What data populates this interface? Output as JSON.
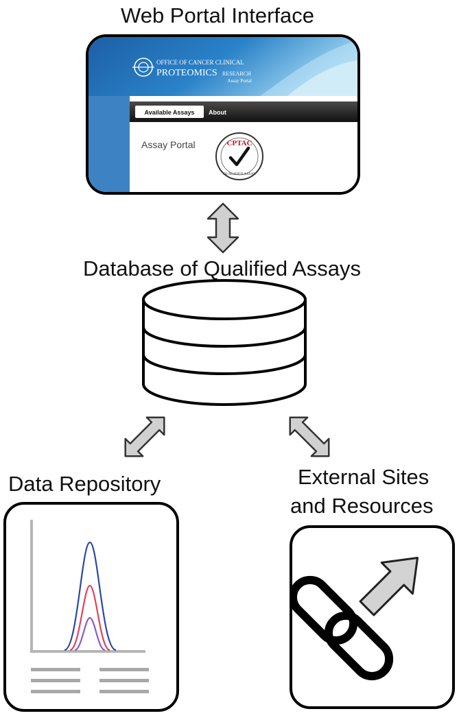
{
  "web_portal": {
    "title": "Web Portal Interface",
    "banner": {
      "org_line1": "OFFICE OF CANCER CLINICAL",
      "org_line2": "PROTEOMICS",
      "org_line2_suffix": "RESEARCH",
      "org_line3": "Assay Portal"
    },
    "nav": {
      "active_tab": "Available Assays",
      "tab_about": "About"
    },
    "content": {
      "label": "Assay Portal",
      "seal_top": "CPTAC",
      "seal_bottom": "QUALIFIED ASSAY"
    }
  },
  "database": {
    "title": "Database of Qualified Assays"
  },
  "data_repository": {
    "title": "Data Repository"
  },
  "external": {
    "title_line1": "External Sites",
    "title_line2": "and Resources"
  },
  "colors": {
    "banner_blue": "#1f73b8",
    "seal_red": "#c8141e",
    "peak_blue": "#2c47a2",
    "peak_red": "#e0405a",
    "peak_purple": "#8a5cc6",
    "arrow_fill": "#d0d0d0"
  },
  "icons": [
    "link-chain-icon",
    "external-arrow-icon",
    "double-arrow-icon",
    "database-cylinder-icon"
  ]
}
